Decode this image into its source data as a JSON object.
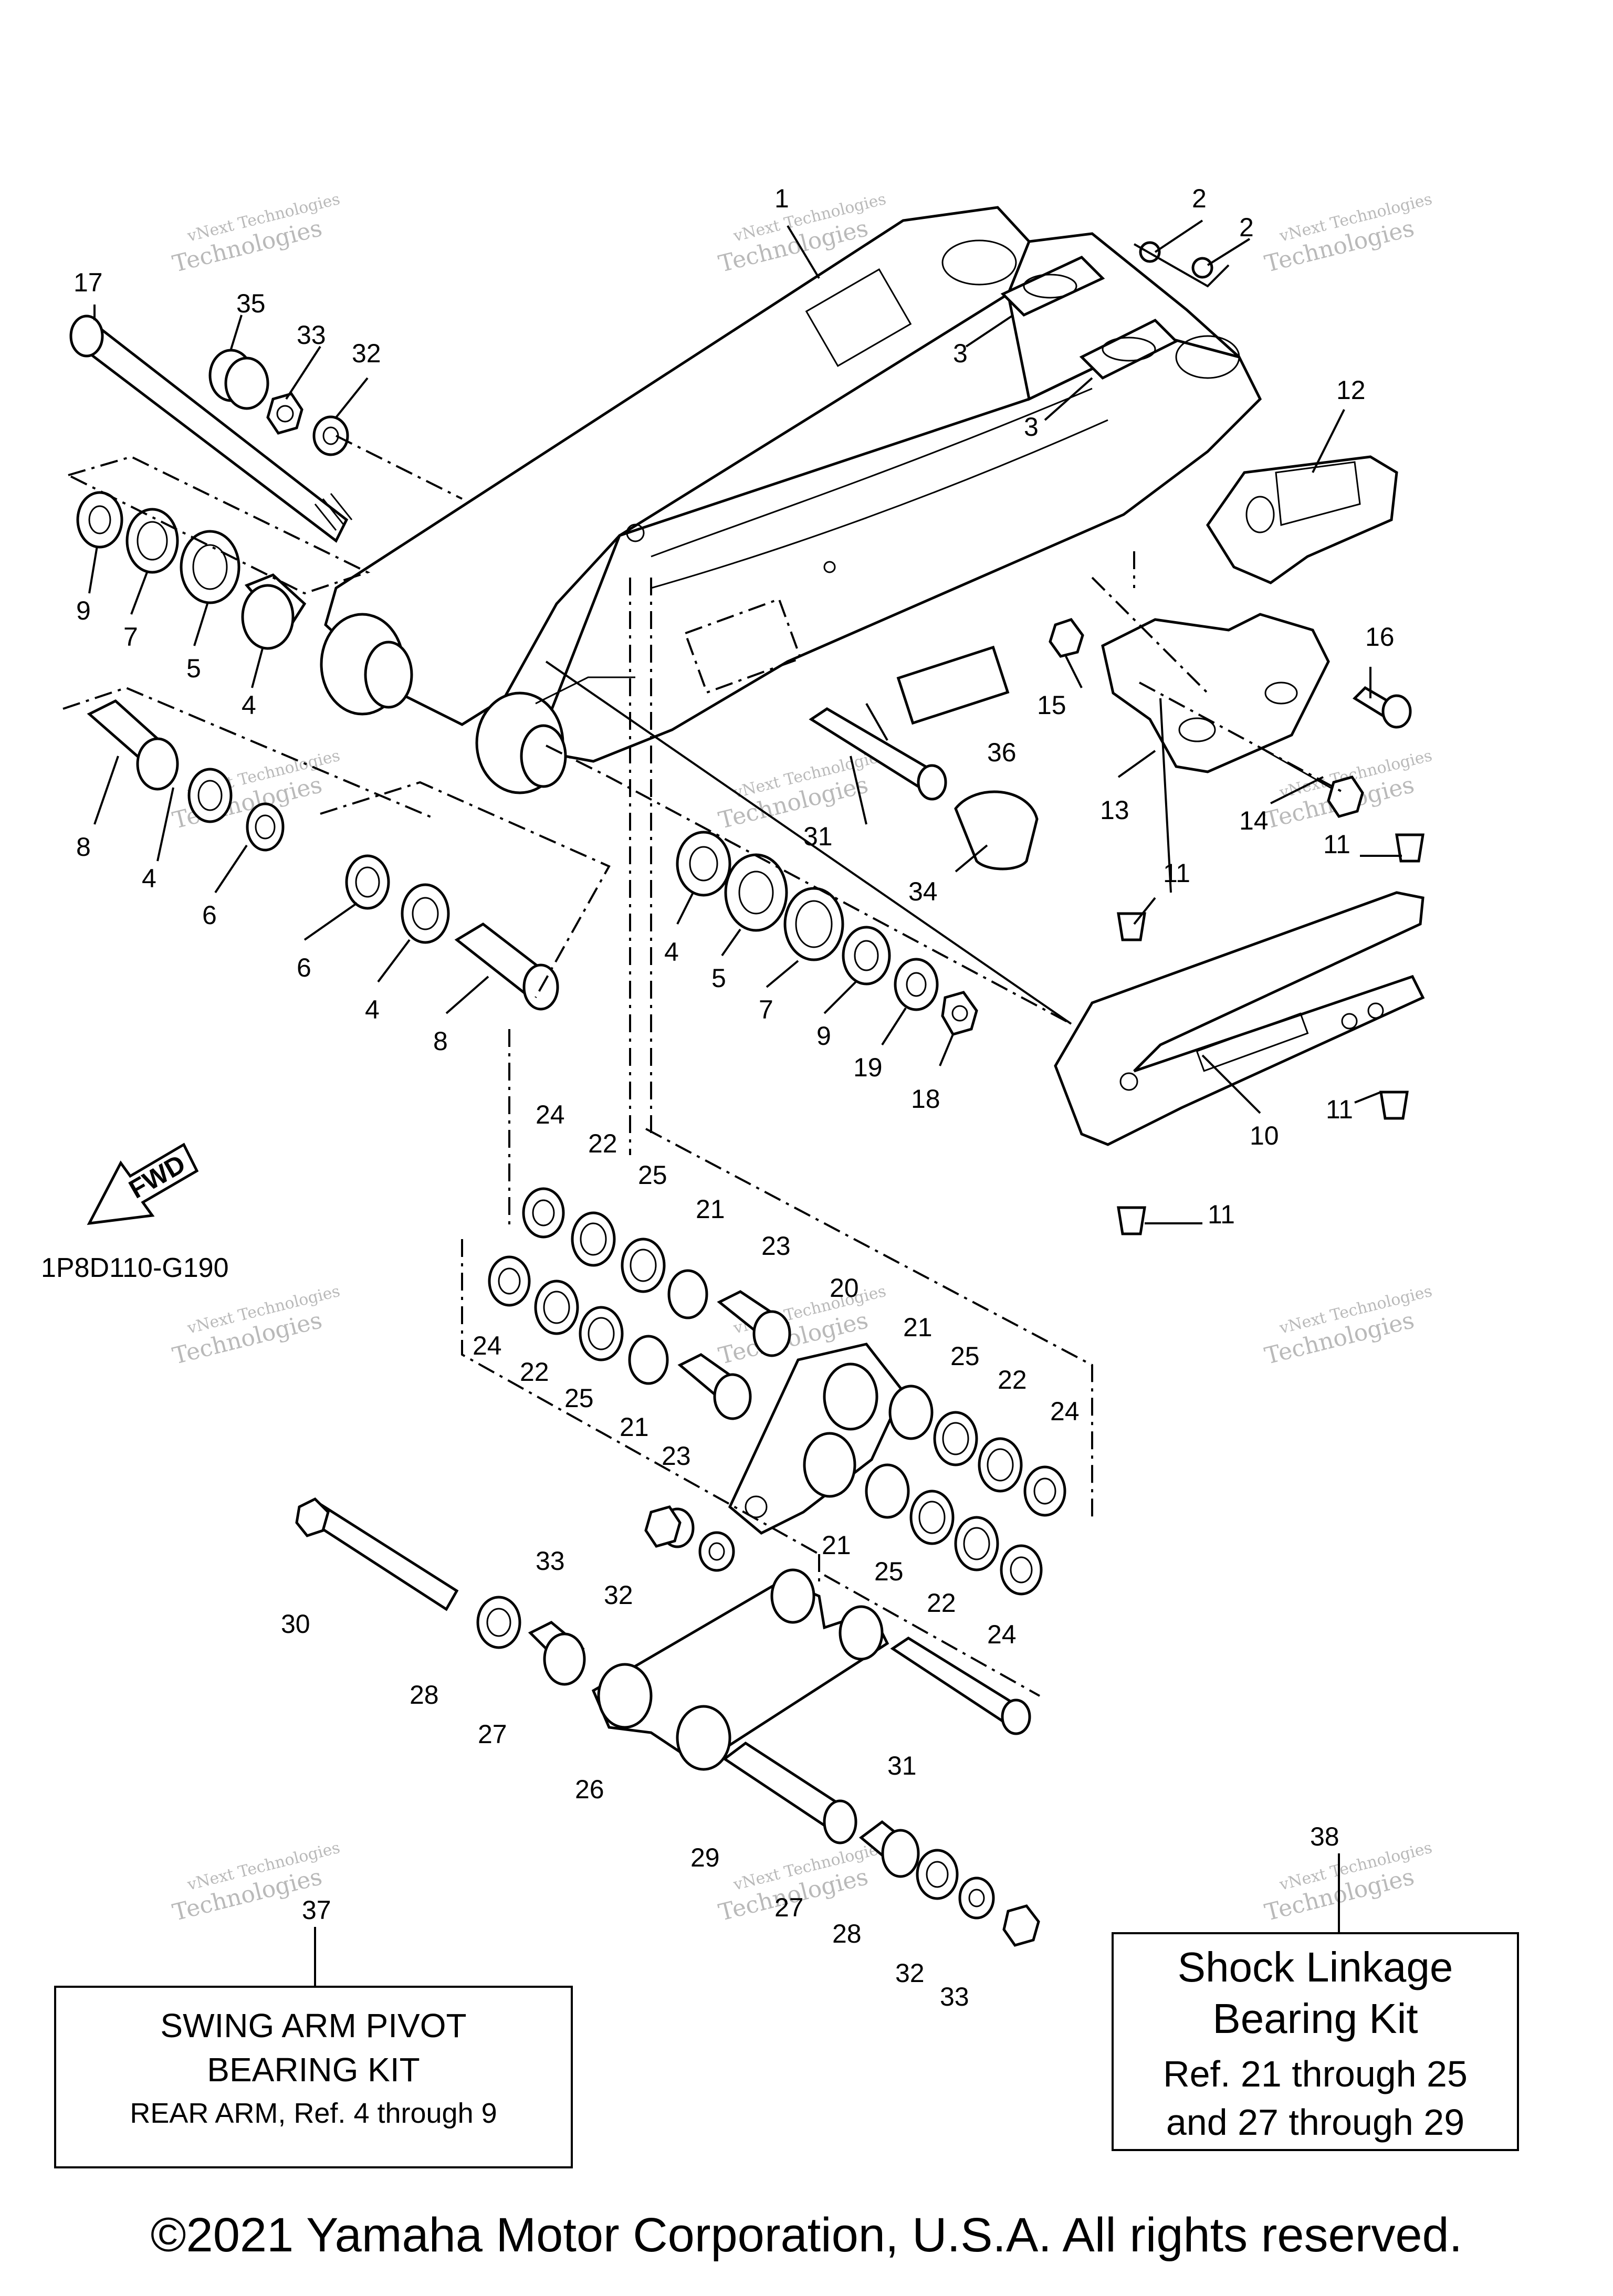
{
  "diagram": {
    "code": "1P8D110-G190",
    "fwd_label": "FWD",
    "watermark_line1": "vNext Technologies",
    "watermark_line2": "Technologies",
    "callouts": [
      "1",
      "2",
      "2",
      "3",
      "3",
      "4",
      "4",
      "4",
      "4",
      "5",
      "5",
      "6",
      "6",
      "7",
      "7",
      "8",
      "8",
      "9",
      "9",
      "10",
      "11",
      "11",
      "11",
      "11",
      "12",
      "13",
      "14",
      "15",
      "16",
      "17",
      "18",
      "19",
      "20",
      "21",
      "21",
      "21",
      "21",
      "22",
      "22",
      "22",
      "22",
      "23",
      "23",
      "24",
      "24",
      "24",
      "24",
      "25",
      "25",
      "25",
      "25",
      "26",
      "27",
      "27",
      "28",
      "28",
      "29",
      "30",
      "31",
      "31",
      "32",
      "32",
      "32",
      "33",
      "33",
      "33",
      "34",
      "35",
      "36",
      "37",
      "38"
    ]
  },
  "kit_37": {
    "number": "37",
    "line1": "SWING ARM PIVOT",
    "line2": "BEARING KIT",
    "line3": "REAR ARM, Ref. 4 through 9"
  },
  "kit_38": {
    "number": "38",
    "line1": "Shock Linkage",
    "line2": "Bearing Kit",
    "line3": "Ref.  21 through 25",
    "line4": "and 27 through 29"
  },
  "copyright": "©2021 Yamaha Motor Corporation, U.S.A. All rights reserved."
}
